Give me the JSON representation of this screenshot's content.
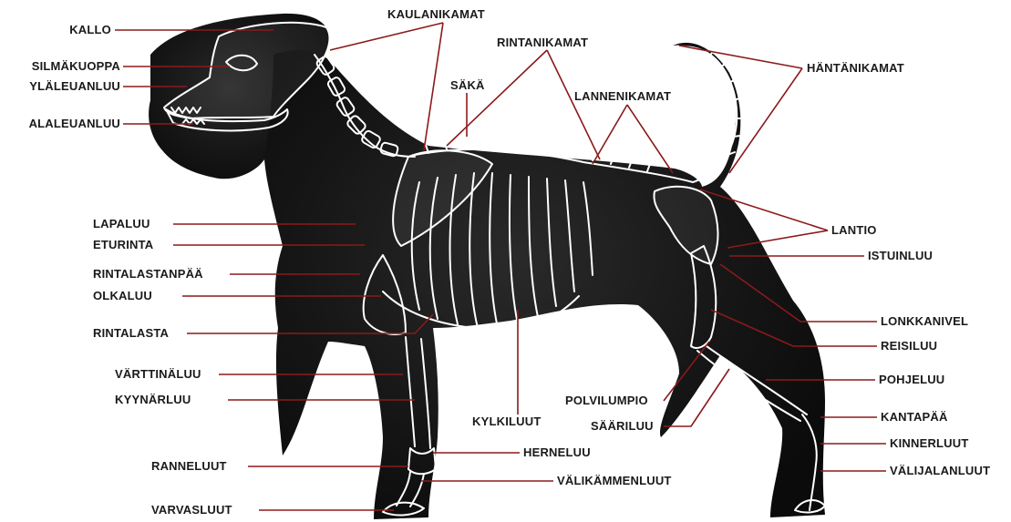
{
  "labels": {
    "kallo": "KALLO",
    "silmakuoppa": "SILMÄKUOPPA",
    "ylaleuanluu": "YLÄLEUANLUU",
    "alaleuanluu": "ALALEUANLUU",
    "kaulanikamat": "KAULANIKAMAT",
    "rintanikamat": "RINTANIKAMAT",
    "saka": "SÄKÄ",
    "lannenikamat": "LANNENIKAMAT",
    "hantanikamat": "HÄNTÄNIKAMAT",
    "lapaluu": "LAPALUU",
    "eturinta": "ETURINTA",
    "rintalastanpaa": "RINTALASTANPÄÄ",
    "olkaluu": "OLKALUU",
    "rintalasta": "RINTALASTA",
    "varttinaluu": "VÄRTTINÄLUU",
    "kyynarluu": "KYYNÄRLUU",
    "ranneluut": "RANNELUUT",
    "varvasluut": "VARVASLUUT",
    "kylkiluut": "KYLKILUUT",
    "herneluu": "HERNELUU",
    "valikammenluut": "VÄLIKÄMMENLUUT",
    "lantio": "LANTIO",
    "istuinluu": "ISTUINLUU",
    "lonkkanivel": "LONKKANIVEL",
    "reisiluu": "REISILUU",
    "pohjeluu": "POHJELUU",
    "polvilumpio": "POLVILUMPIO",
    "saariluu": "SÄÄRILUU",
    "kantapaa": "KANTAPÄÄ",
    "kinnerluut": "KINNERLUUT",
    "valijalanluut": "VÄLIJALANLUUT"
  },
  "colors": {
    "leader_line": "#8b1a1a",
    "dog_fur": "#141414",
    "bone_outline": "#ffffff",
    "label_text": "#1a1a1a"
  }
}
